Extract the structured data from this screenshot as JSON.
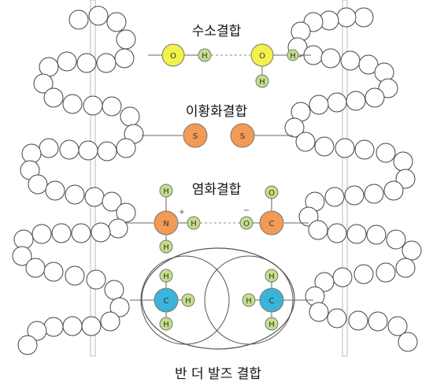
{
  "labels": {
    "hydrogen_bond": "수소결합",
    "disulfide_bond": "이황화결합",
    "ionic_bond": "염화결합",
    "van_der_waals": "반 더 발즈 결합"
  },
  "atoms": {
    "O": "O",
    "H": "H",
    "S": "S",
    "N": "N",
    "C": "C"
  },
  "charges": {
    "plus": "+",
    "minus": "−"
  },
  "colors": {
    "oxygen_yellow": "#f2f24a",
    "sulfur_orange": "#f39a55",
    "nitrogen_orange": "#f39a55",
    "carbon_orange": "#f39a55",
    "hydrogen_green": "#c4e08a",
    "carbon_blue": "#3ab4d9"
  }
}
